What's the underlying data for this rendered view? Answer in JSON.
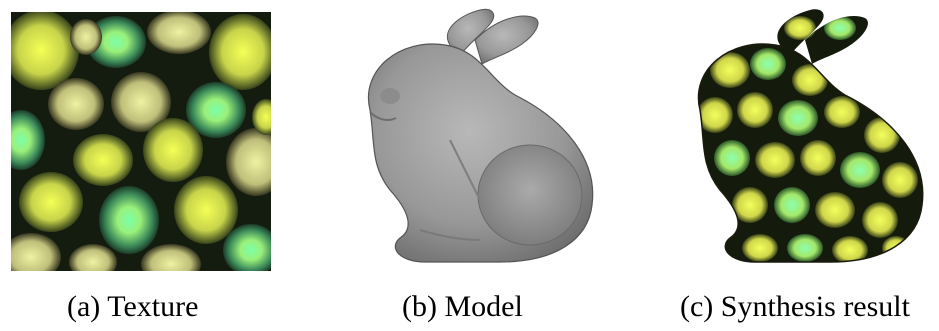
{
  "figure": {
    "panels": [
      {
        "caption": "(a) Texture"
      },
      {
        "caption": "(b) Model"
      },
      {
        "caption": "(c) Synthesis result"
      }
    ]
  }
}
